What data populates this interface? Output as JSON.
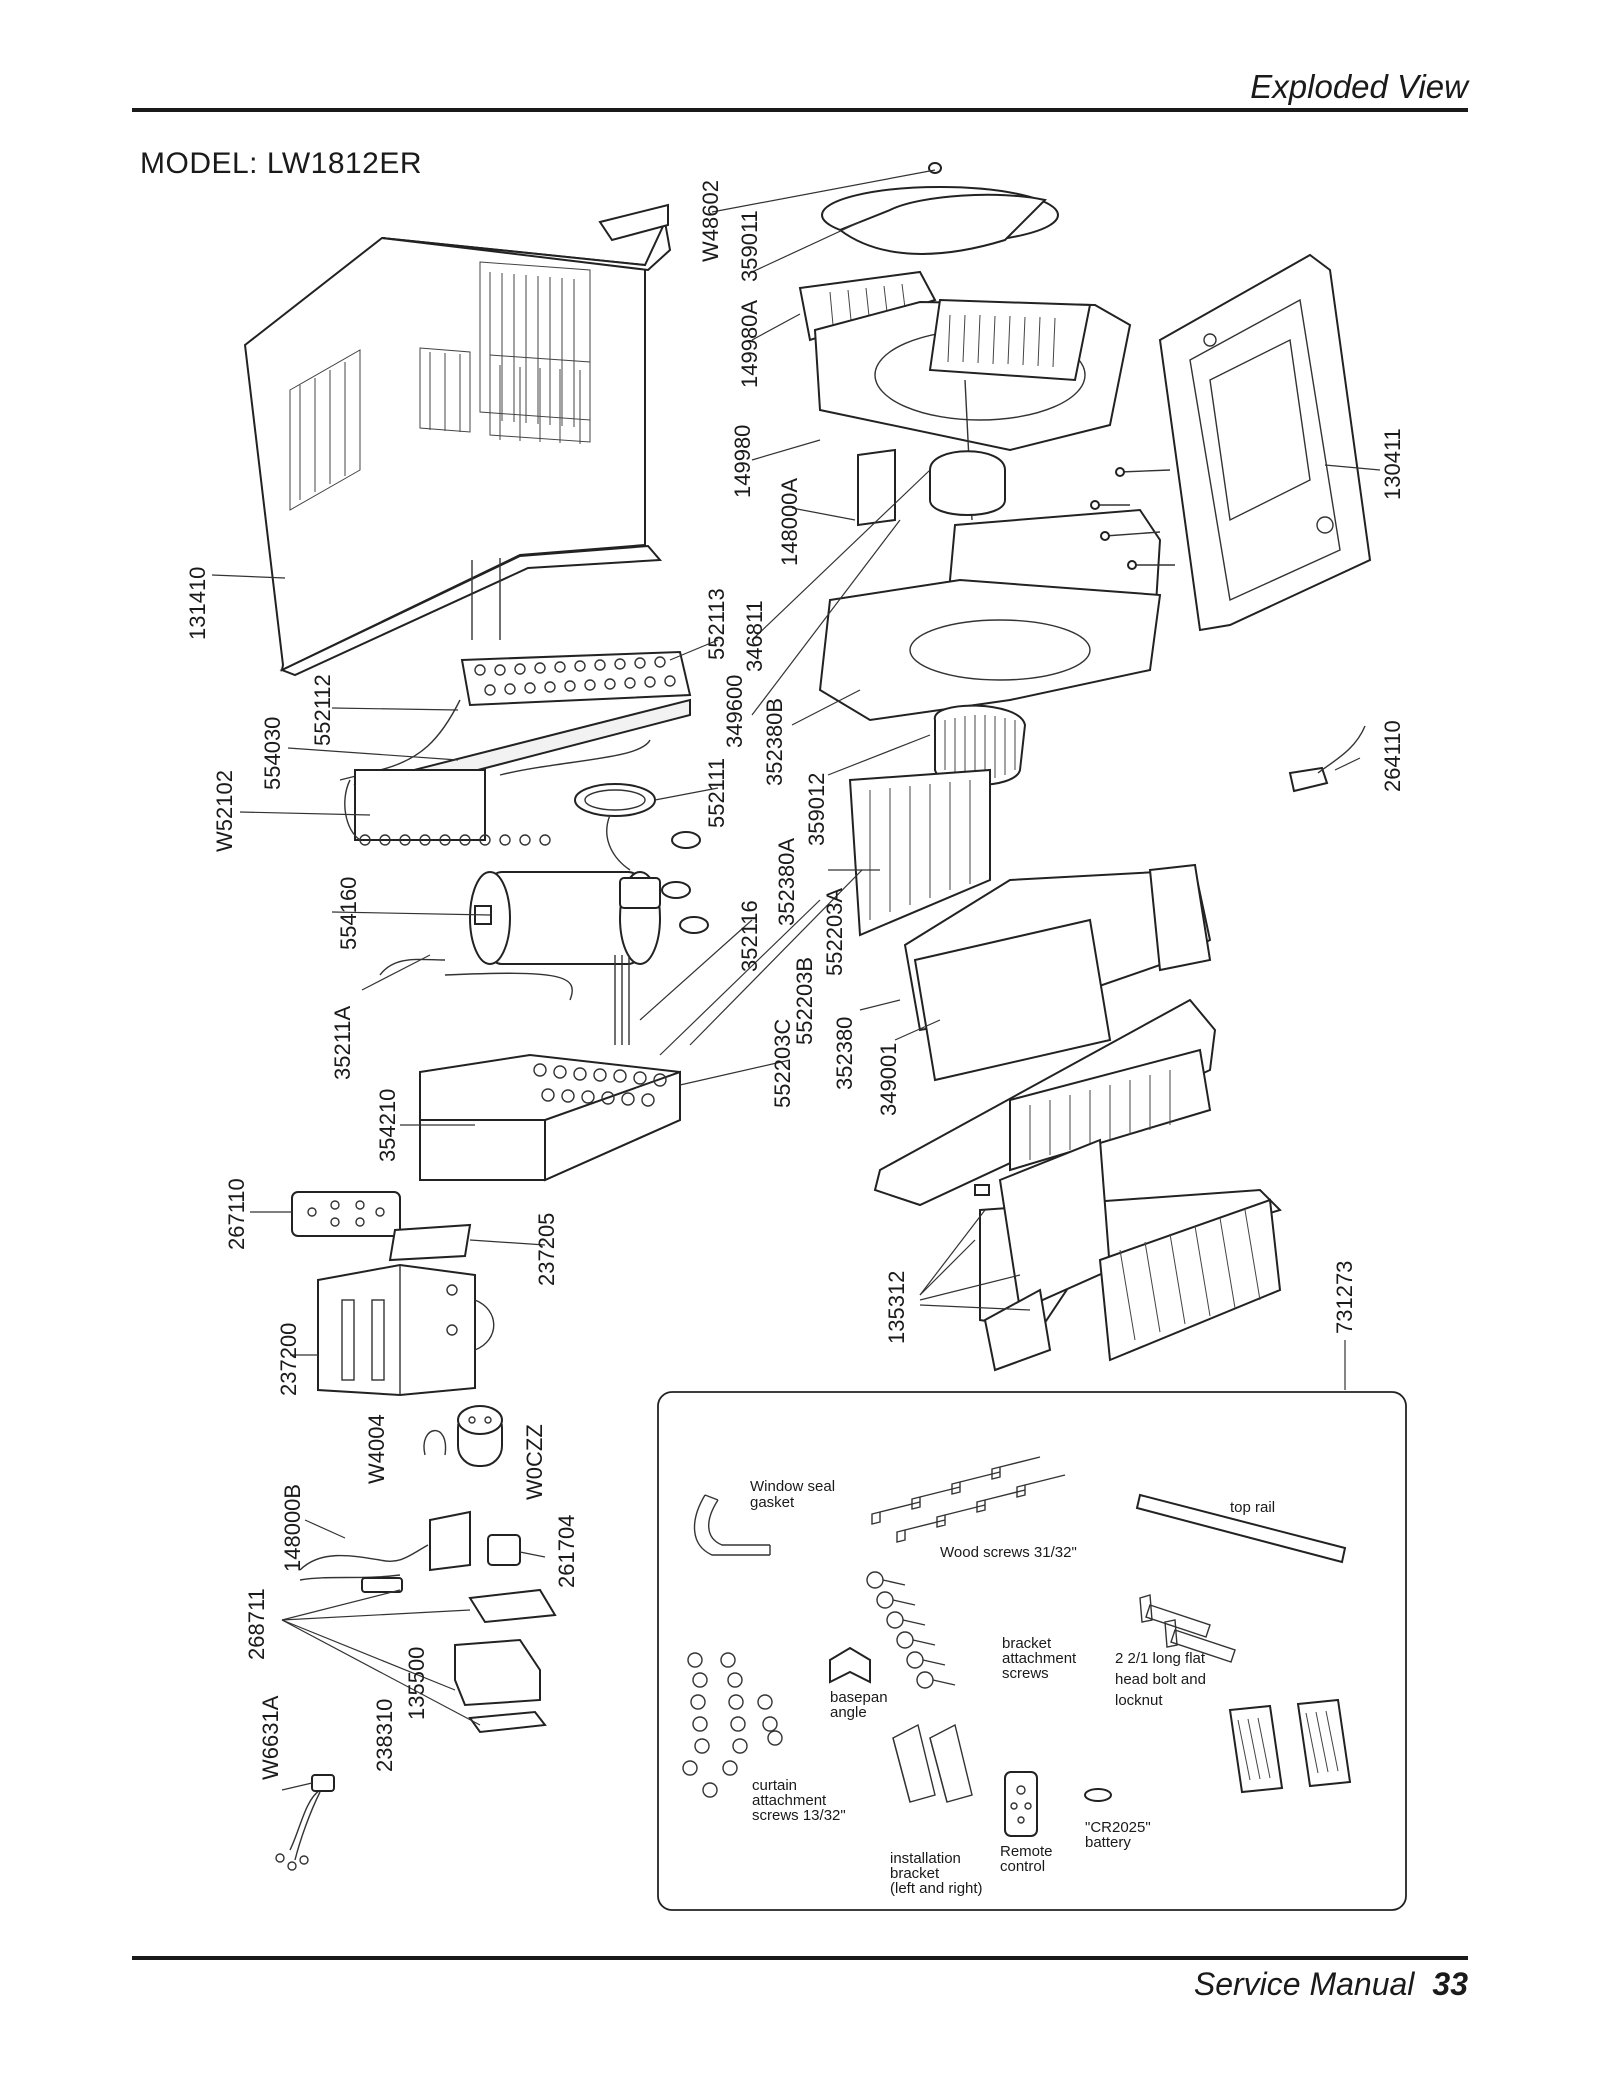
{
  "header": {
    "title": "Exploded View"
  },
  "model": {
    "label": "MODEL: LW1812ER"
  },
  "footer": {
    "manual": "Service Manual",
    "page": "33"
  },
  "part_labels": {
    "W48602": "W48602",
    "p359011": "359011",
    "p149980A": "149980A",
    "p149980": "149980",
    "p148000A": "148000A",
    "p130411": "130411",
    "p131410": "131410",
    "p552113": "552113",
    "p346811": "346811",
    "p349600": "349600",
    "p352380B": "352380B",
    "p552112": "552112",
    "p554030": "554030",
    "W52102": "W52102",
    "p552111": "552111",
    "p359012": "359012",
    "p264110": "264110",
    "p352380A": "352380A",
    "p554160": "554160",
    "p352116": "352116",
    "p552203A": "552203A",
    "p35211A": "35211A",
    "p552203B": "552203B",
    "p352380": "352380",
    "p552203C": "552203C",
    "p349001": "349001",
    "p354210": "354210",
    "p267110": "267110",
    "p237205": "237205",
    "p135312": "135312",
    "p731273": "731273",
    "p237200": "237200",
    "W4004": "W4004",
    "W0CZZ": "W0CZZ",
    "p148000B": "148000B",
    "p261704": "261704",
    "p268711": "268711",
    "p135500": "135500",
    "W6631A": "W6631A",
    "p238310": "238310"
  },
  "accessories": {
    "gasket": [
      "Window seal",
      "gasket"
    ],
    "wood_screws": "Wood screws 31/32\"",
    "top_rail": "top rail",
    "bracket_screws": [
      "bracket",
      "attachment",
      "screws"
    ],
    "bolt": [
      "2 2/1 long flat",
      "head bolt and",
      "locknut"
    ],
    "basepan": [
      "basepan",
      "angle"
    ],
    "curtain_screws": [
      "curtain",
      "attachment",
      "screws 13/32\""
    ],
    "installation_bracket": [
      "installation",
      "bracket",
      "(left and right)"
    ],
    "remote": [
      "Remote",
      "control"
    ],
    "battery": [
      "\"CR2025\"",
      "battery"
    ]
  }
}
